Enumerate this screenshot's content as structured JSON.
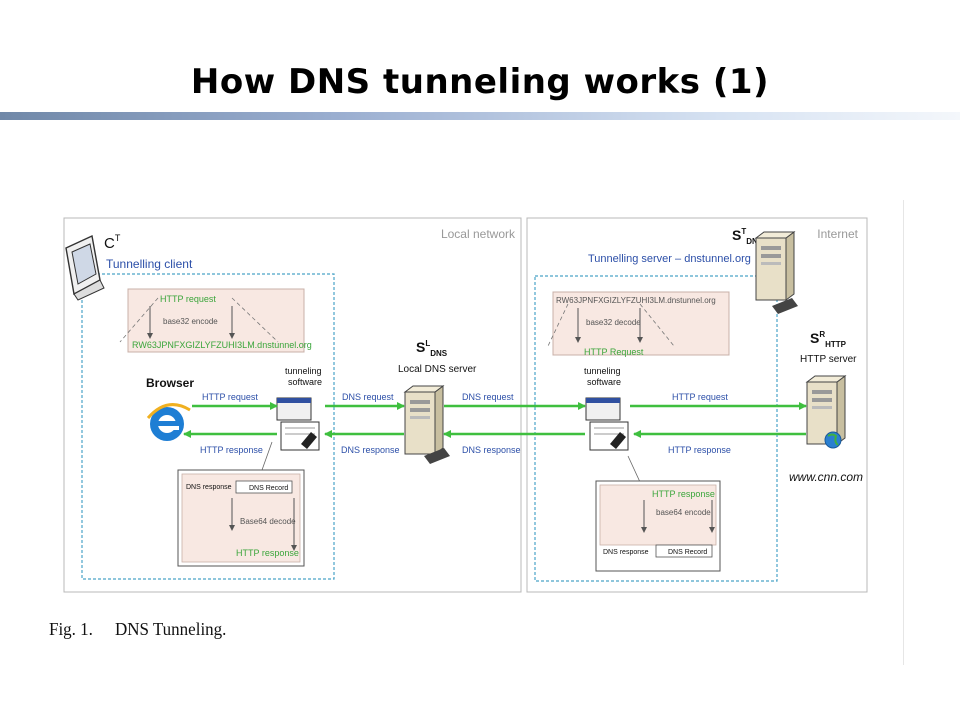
{
  "slide": {
    "title": "How DNS tunneling works (1)"
  },
  "diagram": {
    "left_zone": "Local network",
    "right_zone": "Internet",
    "client_symbol": "C",
    "client_sup": "T",
    "client_label": "Tunnelling client",
    "server_label": "Tunnelling server – dnstunnel.org",
    "local_dns_symbol": "S",
    "local_dns_sup": "L",
    "local_dns_sub": "DNS",
    "local_dns_label": "Local DNS server",
    "tunnel_dns_symbol": "S",
    "tunnel_dns_sup": "T",
    "tunnel_dns_sub": "DNS",
    "http_server_symbol": "S",
    "http_server_sup": "R",
    "http_server_sub": "HTTP",
    "http_server_label": "HTTP server",
    "http_server_domain": "www.cnn.com",
    "browser_label": "Browser",
    "tunneling_software": [
      "tunneling",
      "software"
    ],
    "client_box": {
      "top": "HTTP request",
      "step": "base32 encode",
      "bottom": "RW63JPNFXGIZLYFZUHI3LM.dnstunnel.org"
    },
    "server_box": {
      "top": "RW63JPNFXGIZLYFZUHI3LM.dnstunnel.org",
      "step": "base32 decode",
      "bottom": "HTTP Request"
    },
    "client_response_box": {
      "left": "DNS response",
      "record": "DNS Record",
      "step": "Base64 decode",
      "bottom": "HTTP response"
    },
    "server_response_box": {
      "top": "HTTP response",
      "step": "base64 encode",
      "left": "DNS response",
      "record": "DNS Record"
    },
    "arrows": {
      "http_request": "HTTP request",
      "http_response": "HTTP response",
      "dns_request": "DNS request",
      "dns_response": "DNS response"
    },
    "colors": {
      "arrow": "#3fbf3f",
      "label_blue": "#2c4fa8",
      "box_fill": "#f8e8e2",
      "dashed_border": "#4aa3c8"
    }
  },
  "caption": {
    "fig": "Fig. 1.",
    "text": "DNS Tunneling."
  }
}
